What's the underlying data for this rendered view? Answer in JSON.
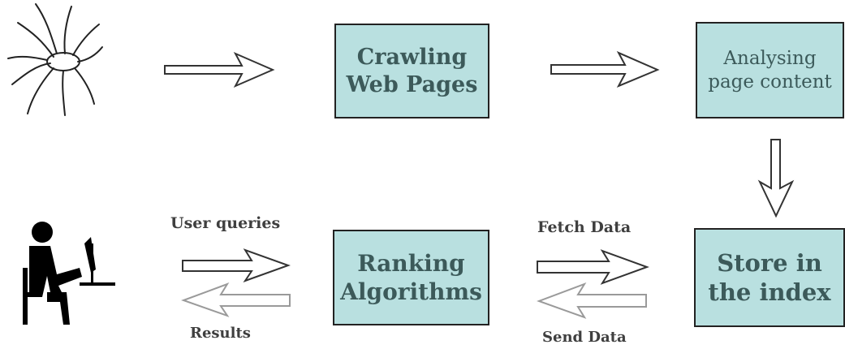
{
  "boxes": {
    "crawling": {
      "line1": "Crawling",
      "line2": "Web Pages"
    },
    "analysing": {
      "line1": "Analysing",
      "line2": "page content"
    },
    "ranking": {
      "line1": "Ranking",
      "line2": "Algorithms"
    },
    "store": {
      "line1": "Store in",
      "line2": "the index"
    }
  },
  "labels": {
    "user_queries": "User queries",
    "results": "Results",
    "fetch_data": "Fetch Data",
    "send_data": "Send Data"
  },
  "icons": {
    "spider": "spider-icon",
    "user": "user-at-computer-icon"
  },
  "colors": {
    "box_fill": "#b9e0e0",
    "box_text": "#3c5a5a",
    "arrow_dark": "#333333",
    "arrow_light": "#9a9a9a"
  }
}
